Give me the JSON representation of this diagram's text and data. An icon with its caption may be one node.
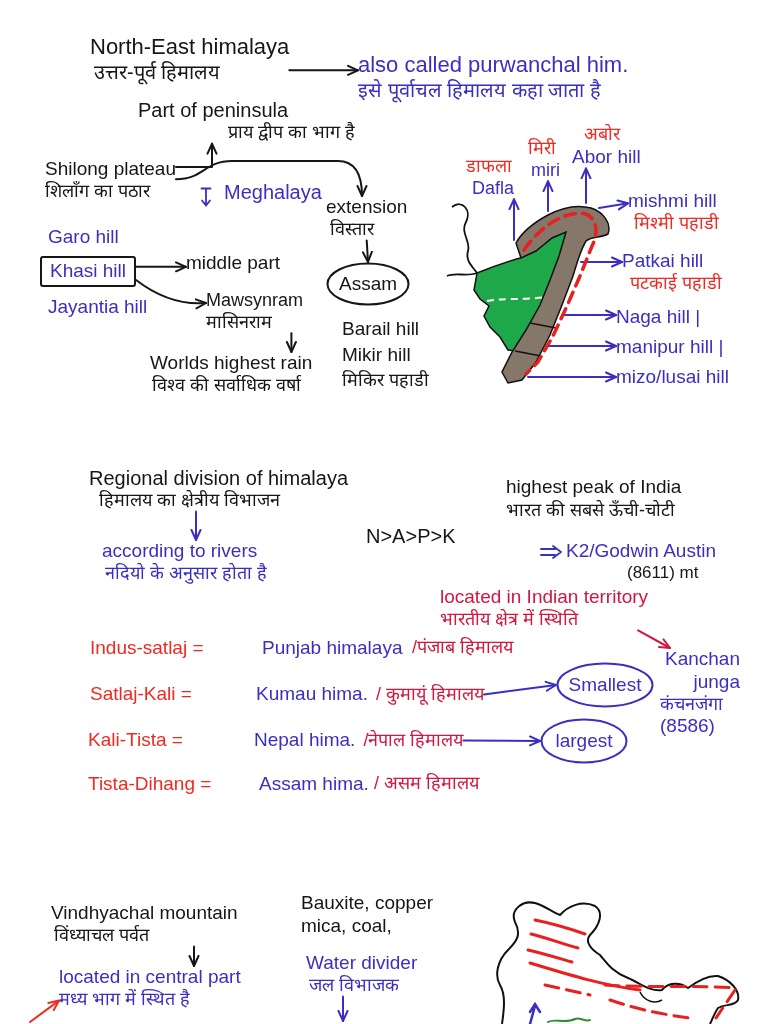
{
  "diagram": {
    "nodes": [
      {
        "text": [
          "North-East himalaya",
          "उत्तर-पूर्व हिमालय"
        ]
      },
      {
        "text": [
          "also called purwanchal him.",
          "इसे पूर्वाचल हिमालय कहा जाता है"
        ]
      },
      {
        "text": [
          "Part of peninsula",
          "प्राय द्वीप का भाग है"
        ]
      },
      {
        "text": [
          "Shilong plateau",
          "शिलॉंग का पठार"
        ]
      },
      {
        "text": [
          "extension",
          "विस्तार"
        ]
      },
      {
        "text": [
          "Khasi hill"
        ]
      },
      {
        "text": [
          "middle part"
        ]
      },
      {
        "text": [
          "Assam"
        ]
      },
      {
        "text": [
          "Mawsynram",
          "मासिनराम"
        ]
      },
      {
        "text": [
          "Worlds highest rain",
          "विश्व की सर्वाधिक वर्षा"
        ]
      },
      {
        "text": [
          "डाफला",
          "Dafla"
        ]
      },
      {
        "text": [
          "मिरी",
          "miri"
        ]
      },
      {
        "text": [
          "अबोर",
          "Abor hill"
        ]
      },
      {
        "text": [],
        "shape": "picture"
      },
      {
        "text": [
          "mishmi hill",
          "मिश्मी पहाडी"
        ]
      },
      {
        "text": [
          "Patkai hill",
          "पटकाई पहाडी"
        ]
      },
      {
        "text": [
          "Naga hill |"
        ]
      },
      {
        "text": [
          "manipur hill |"
        ]
      },
      {
        "text": [
          "mizo/lusai hill"
        ]
      },
      {
        "text": [
          "Regional division of himalaya",
          "हिमालय का क्षेत्रीय विभाजन"
        ]
      },
      {
        "text": [
          "according to rivers",
          "नदियो के अनुसार होता है"
        ]
      },
      {
        "text": [
          "located in Indian territory",
          "भारतीय क्षेत्र में स्थिति"
        ]
      },
      {
        "text": [
          "Kanchan junga",
          "कंचनजंगा",
          "(8586)"
        ]
      },
      {
        "text": [
          "Kumau hima.",
          "/ कुमायूं हिमालय"
        ]
      },
      {
        "text": [
          "Smallest"
        ]
      },
      {
        "text": [
          "Nepal hima.",
          "/नेपाल हिमालय"
        ]
      },
      {
        "text": [
          "largest"
        ]
      },
      {
        "text": [
          "Vindhyachal mountain",
          "विंध्याचल पर्वत"
        ]
      },
      {
        "text": [
          "located in central part",
          "मध्य भाग में स्थित है"
        ]
      },
      {
        "text": [
          "Water divider",
          "जल विभाजक"
        ]
      }
    ],
    "edges": [
      {
        "from": 0,
        "to": 1,
        "arrow": "to",
        "color": "#161616"
      },
      {
        "from": 3,
        "to": 2,
        "arrow": "to",
        "color": "#161616"
      },
      {
        "from": 3,
        "to": 4,
        "arrow": "to",
        "color": "#161616"
      },
      {
        "from": 4,
        "to": 7,
        "arrow": "to",
        "color": "#161616"
      },
      {
        "from": 5,
        "to": 6,
        "arrow": "to",
        "color": "#161616"
      },
      {
        "from": 5,
        "to": 8,
        "arrow": "to",
        "color": "#161616"
      },
      {
        "from": 8,
        "to": 9,
        "arrow": "to",
        "color": "#161616"
      },
      {
        "from": 13,
        "to": 10,
        "arrow": "to"
      },
      {
        "from": 13,
        "to": 11,
        "arrow": "to"
      },
      {
        "from": 13,
        "to": 12,
        "arrow": "to"
      },
      {
        "from": 13,
        "to": 14,
        "arrow": "to"
      },
      {
        "from": 13,
        "to": 15,
        "arrow": "to"
      },
      {
        "from": 13,
        "to": 16,
        "arrow": "to"
      },
      {
        "from": 13,
        "to": 17,
        "arrow": "to"
      },
      {
        "from": 13,
        "to": 18,
        "arrow": "to"
      },
      {
        "from": 19,
        "to": 20,
        "arrow": "to"
      },
      {
        "from": 21,
        "to": 22,
        "arrow": "to",
        "color": "#d2163e"
      },
      {
        "from": 23,
        "to": 24,
        "arrow": "to"
      },
      {
        "from": 25,
        "to": 26,
        "arrow": "to"
      },
      {
        "from": 27,
        "to": 28,
        "arrow": "to",
        "color": "#161616"
      },
      {
        "from": null,
        "to": 28,
        "arrow": "to",
        "color": "#ee2a22"
      },
      {
        "from": 29,
        "to": null,
        "arrow": "to"
      }
    ],
    "labels": [
      "Meghalaya",
      "Garo hill",
      "Jayantia hill",
      "Barail hill",
      "Mikir hill",
      "मिकिर पहाडी",
      "highest peak of India",
      "भारत की सबसे ऊँची-चोटी",
      "N>A>P>K",
      "K2/Godwin Austin",
      "(8611) mt",
      "Indus-satlaj =",
      "Punjab himalaya",
      "/पंजाब हिमालय",
      "Satlaj-Kali =",
      "Kali-Tista =",
      "Tista-Dihang =",
      "Assam hima.",
      "/ असम हिमालय",
      "Bauxite, copper mica, coal,"
    ]
  }
}
